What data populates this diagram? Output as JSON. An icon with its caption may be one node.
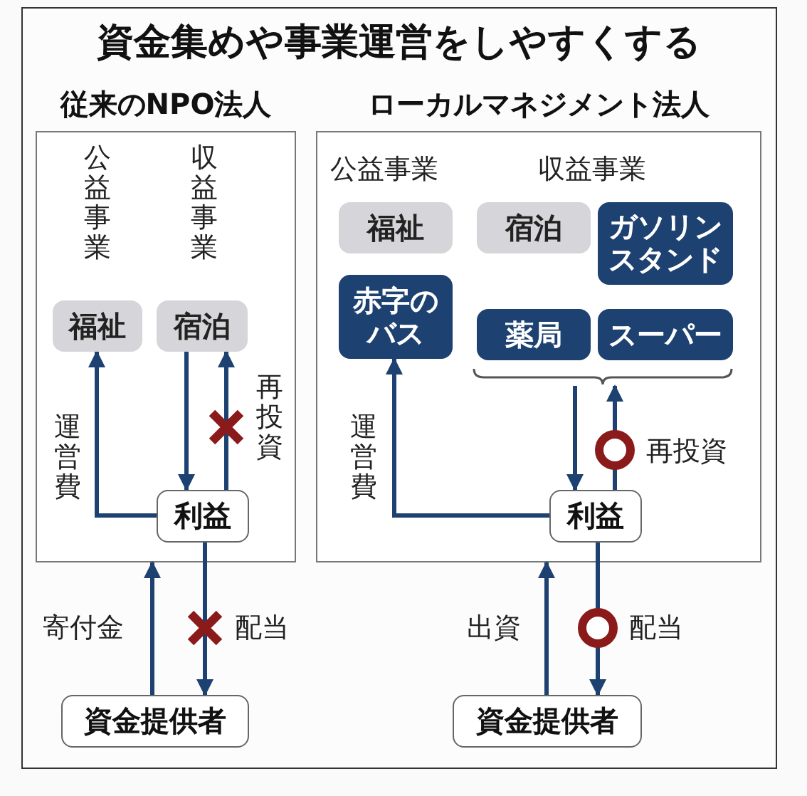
{
  "diagram": {
    "title": "資金集めや事業運営をしやすくする",
    "nodes": [
      {
        "text": [
          "従来のNPO法人"
        ]
      },
      {
        "text": [
          "福祉"
        ],
        "in": 0
      },
      {
        "text": [
          "宿泊"
        ],
        "in": 0
      },
      {
        "text": [
          "利益"
        ],
        "in": 0
      },
      {
        "text": [
          "資金提供者"
        ]
      },
      {
        "text": [
          "ローカルマネジメント法人"
        ]
      },
      {
        "text": [
          "福祉"
        ],
        "in": 5
      },
      {
        "text": [
          "宿泊"
        ],
        "in": 5
      },
      {
        "text": [
          "ガソリンスタンド"
        ],
        "in": 5
      },
      {
        "text": [
          "赤字のバス"
        ],
        "in": 5
      },
      {
        "text": [
          "薬局"
        ],
        "in": 5
      },
      {
        "text": [
          "スーパー"
        ],
        "in": 5
      },
      {
        "text": [],
        "shape": "bracket",
        "in": 5
      },
      {
        "text": [
          "利益"
        ],
        "in": 5
      },
      {
        "text": [
          "資金提供者"
        ]
      }
    ],
    "edges": [
      {
        "from": 3,
        "to": 1,
        "arrow": "to",
        "label": "運営費"
      },
      {
        "from": 2,
        "to": 3,
        "arrow": "to"
      },
      {
        "from": 3,
        "to": 2,
        "arrow": "to",
        "label": "再投資"
      },
      {
        "from": 4,
        "to": 0,
        "arrow": "to",
        "label": "寄付金"
      },
      {
        "from": 3,
        "to": 4,
        "arrow": "to",
        "label": "配当"
      },
      {
        "from": 13,
        "to": 9,
        "arrow": "to",
        "label": "運営費"
      },
      {
        "from": 12,
        "to": 13,
        "arrow": "to"
      },
      {
        "from": 13,
        "to": 12,
        "arrow": "to",
        "label": "再投資"
      },
      {
        "from": 14,
        "to": 5,
        "arrow": "to",
        "label": "出資"
      },
      {
        "from": 13,
        "to": 14,
        "arrow": "to",
        "label": "配当"
      }
    ],
    "labels": [
      "公益事業",
      "収益事業",
      "公益事業",
      "収益事業"
    ]
  }
}
